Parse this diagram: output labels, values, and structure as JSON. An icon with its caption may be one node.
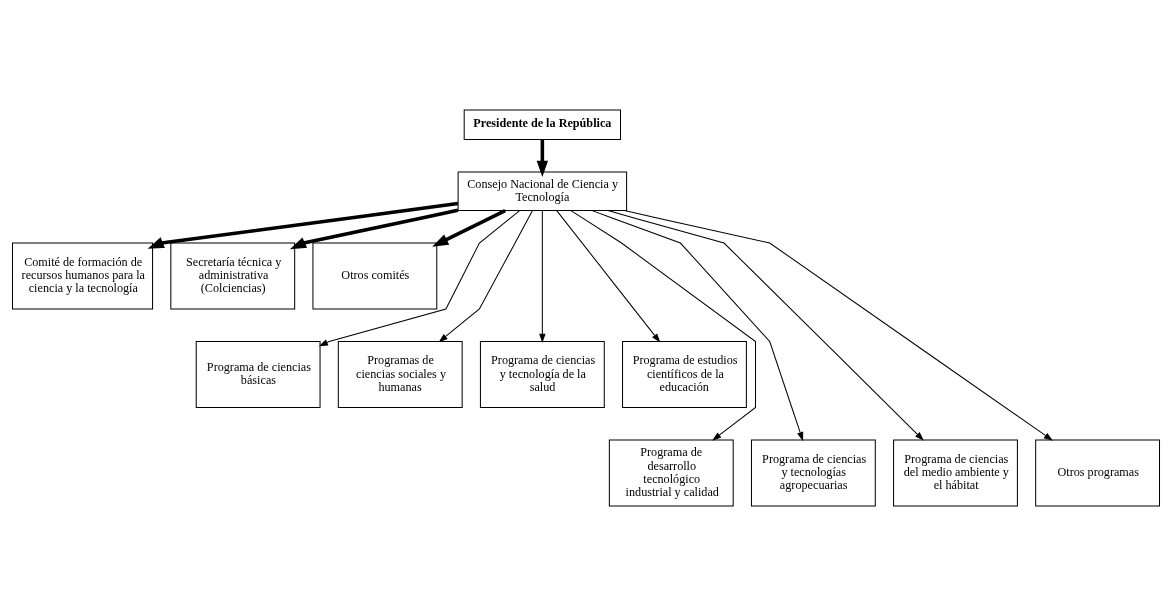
{
  "diagram": {
    "nodes": [
      {
        "text": [
          "Presidente de la República"
        ]
      },
      {
        "text": [
          "Consejo Nacional de Ciencia y Tecnología"
        ]
      },
      {
        "text": [
          "Comité de formación de recursos humanos para la ciencia y la tecnología"
        ]
      },
      {
        "text": [
          "Secretaría técnica y administrativa (Colciencias)"
        ]
      },
      {
        "text": [
          "Otros comités"
        ]
      },
      {
        "text": [
          "Programa de ciencias básicas"
        ]
      },
      {
        "text": [
          "Programas de ciencias sociales y humanas"
        ]
      },
      {
        "text": [
          "Programa de ciencias y tecnología de la salud"
        ]
      },
      {
        "text": [
          "Programa de estudios científicos de la educación"
        ]
      },
      {
        "text": [
          "Programa de desarrollo tecnológico industrial y calidad"
        ]
      },
      {
        "text": [
          "Programa de ciencias y tecnologías agropecuarias"
        ]
      },
      {
        "text": [
          "Programa de ciencias del medio ambiente y el hábitat"
        ]
      },
      {
        "text": [
          "Otros programas"
        ]
      }
    ],
    "edges": [
      {
        "from": 0,
        "to": 1,
        "arrow": "to",
        "style": "thick"
      },
      {
        "from": 1,
        "to": 2,
        "arrow": "to",
        "style": "thick"
      },
      {
        "from": 1,
        "to": 3,
        "arrow": "to",
        "style": "thick"
      },
      {
        "from": 1,
        "to": 4,
        "arrow": "to",
        "style": "thick"
      },
      {
        "from": 1,
        "to": 5,
        "arrow": "to"
      },
      {
        "from": 1,
        "to": 6,
        "arrow": "to"
      },
      {
        "from": 1,
        "to": 7,
        "arrow": "to"
      },
      {
        "from": 1,
        "to": 8,
        "arrow": "to"
      },
      {
        "from": 1,
        "to": 9,
        "arrow": "to"
      },
      {
        "from": 1,
        "to": 10,
        "arrow": "to"
      },
      {
        "from": 1,
        "to": 11,
        "arrow": "to"
      },
      {
        "from": 1,
        "to": 12,
        "arrow": "to"
      }
    ]
  }
}
